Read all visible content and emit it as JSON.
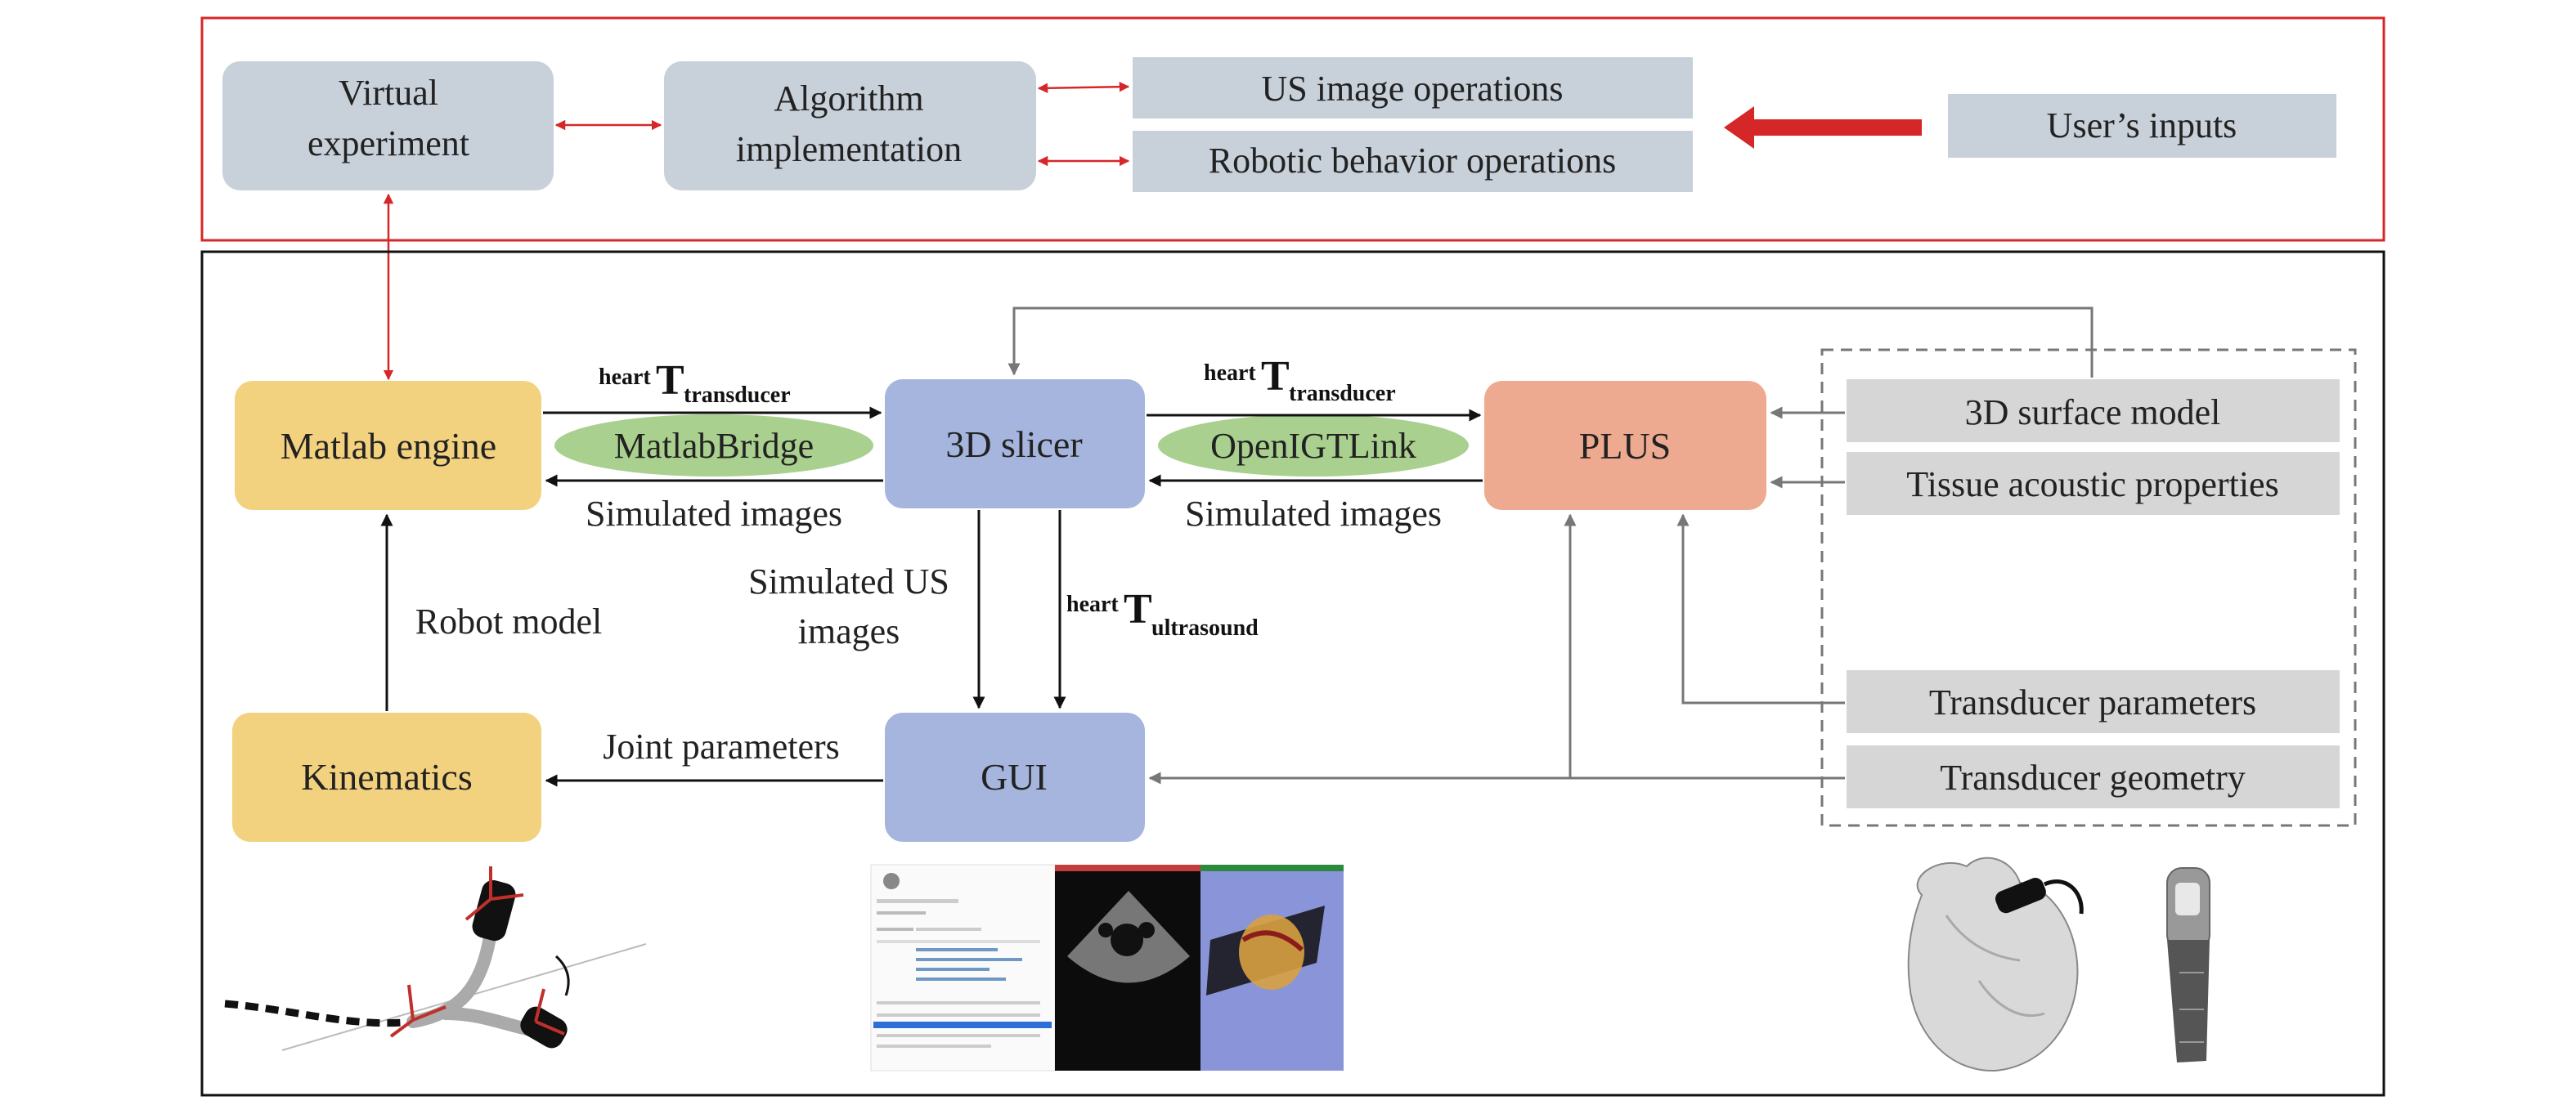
{
  "top_panel": {
    "virtual_experiment": [
      "Virtual",
      "experiment"
    ],
    "algorithm_implementation": [
      "Algorithm",
      "implementation"
    ],
    "us_image_operations": "US image operations",
    "robotic_behavior_operations": "Robotic behavior operations",
    "users_inputs": "User’s inputs"
  },
  "nodes": {
    "matlab_engine": "Matlab engine",
    "slicer": "3D slicer",
    "plus": "PLUS",
    "kinematics": "Kinematics",
    "gui": "GUI"
  },
  "connectors": {
    "matlabbridge": "MatlabBridge",
    "openigtlink": "OpenIGTLink"
  },
  "edge_labels": {
    "t1": {
      "sup": "heart",
      "main": "T",
      "sub": "transducer"
    },
    "t2": {
      "sup": "heart",
      "main": "T",
      "sub": "transducer"
    },
    "t3": {
      "sup": "heart",
      "main": "T",
      "sub": "ultrasound"
    },
    "simulated_images_left": "Simulated images",
    "simulated_images_right": "Simulated images",
    "simulated_us_images": [
      "Simulated US",
      "images"
    ],
    "robot_model": "Robot model",
    "joint_parameters": "Joint parameters"
  },
  "inputs": {
    "surface_model": "3D surface model",
    "tissue_acoustic": "Tissue acoustic properties",
    "transducer_parameters": "Transducer parameters",
    "transducer_geometry": "Transducer geometry"
  },
  "colors": {
    "red": "#d62728",
    "gray_box": "#c8d0da",
    "blue_node": "#a5b5dd",
    "yellow_node": "#f2d27f",
    "salmon_node": "#eeaa90",
    "green_connector": "#a9d08e",
    "input_box": "#d6d6d6"
  }
}
